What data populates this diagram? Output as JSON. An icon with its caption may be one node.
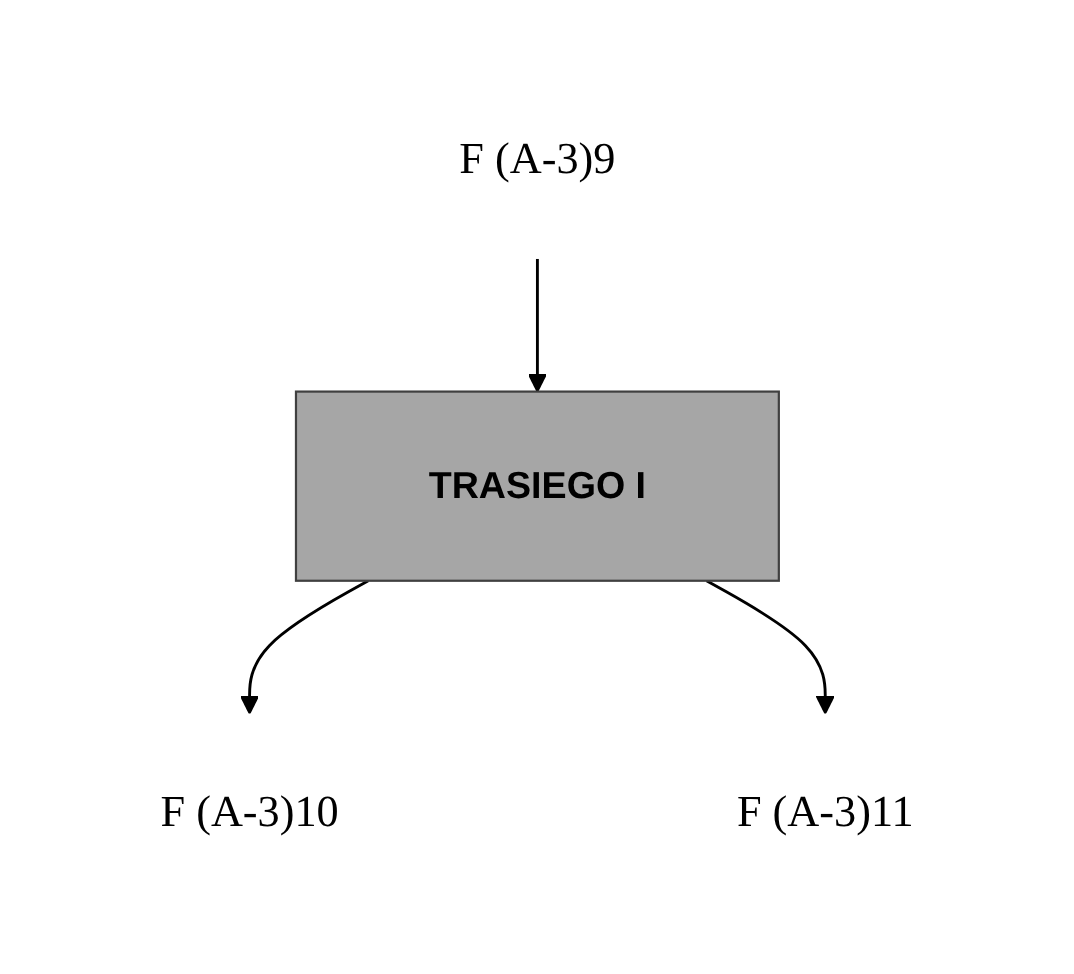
{
  "diagram": {
    "nodes": [
      {
        "text": [
          "F (A-3)9"
        ]
      },
      {
        "text": [
          "TRASIEGO I"
        ]
      },
      {
        "text": [
          "F (A-3)10"
        ]
      },
      {
        "text": [
          "F (A-3)11"
        ]
      }
    ],
    "edges": [
      {
        "from": 0,
        "to": 1,
        "arrow": "to"
      },
      {
        "from": 1,
        "to": 2,
        "arrow": "to"
      },
      {
        "from": 1,
        "to": 3,
        "arrow": "to"
      }
    ]
  }
}
